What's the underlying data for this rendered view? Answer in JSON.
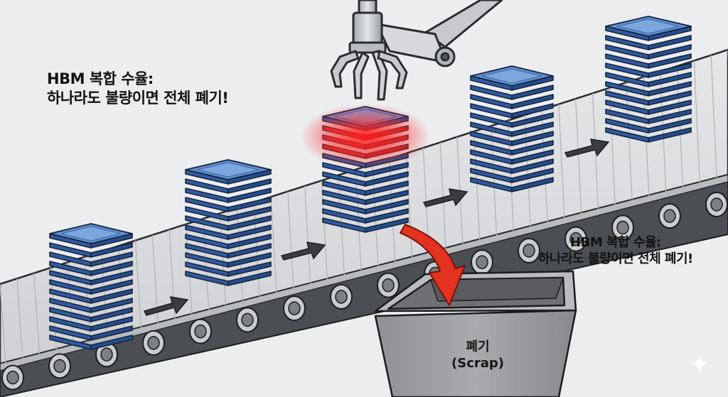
{
  "caption_left": {
    "line1": "HBM 복합 수율:",
    "line2": "하나라도 불량이면 전체 폐기!"
  },
  "caption_right": {
    "line1": "HBM 복합 수율:",
    "line2": "하나라도 불량이면 전체 폐기!"
  },
  "scrap_bin": {
    "label": "폐기",
    "sublabel": "(Scrap)"
  },
  "stacks": [
    {
      "layers": 12,
      "status": "ok"
    },
    {
      "layers": 12,
      "status": "ok"
    },
    {
      "layers": 12,
      "status": "defective",
      "defect_layers": 3
    },
    {
      "layers": 12,
      "status": "ok"
    },
    {
      "layers": 12,
      "status": "ok"
    }
  ],
  "colors": {
    "chip_top": "#5f8fd0",
    "chip_side": "#2f5aa0",
    "defect": "#ff2a2a",
    "reject_arrow": "#e53224",
    "belt": "#d9dadc",
    "roller_band": "#4a4d52",
    "bin": "#9c9ea1"
  }
}
